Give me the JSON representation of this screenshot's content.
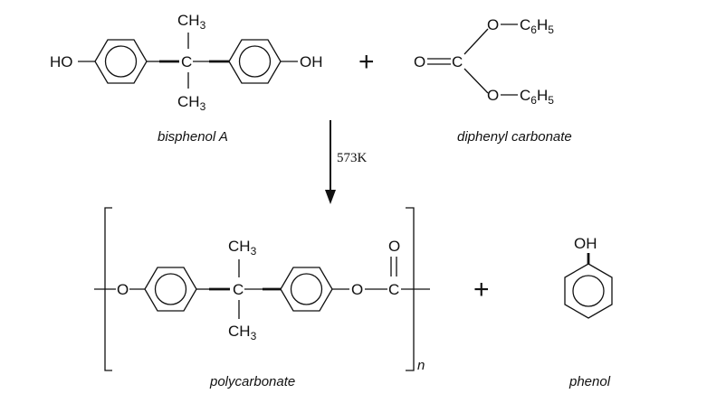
{
  "reaction": {
    "condition": "573K",
    "plus_sign": "+",
    "repeat_subscript": "n"
  },
  "molecules": {
    "bisphenol_a": {
      "caption": "bisphenol A",
      "hydroxyl_left": "HO",
      "hydroxyl_right": "OH",
      "methyl_group": "CH",
      "methyl_subscript": "3",
      "carbon": "C"
    },
    "diphenyl_carbonate": {
      "caption": "diphenyl carbonate",
      "carbonyl_oxygen": "O",
      "carbon": "C",
      "ester_oxygen": "O",
      "phenyl_group": "C",
      "phenyl_c_subscript": "6",
      "phenyl_h": "H",
      "phenyl_h_subscript": "5"
    },
    "polycarbonate": {
      "caption": "polycarbonate",
      "oxygen": "O",
      "carbon": "C",
      "methyl_group": "CH",
      "methyl_subscript": "3"
    },
    "phenol": {
      "caption": "phenol",
      "hydroxyl": "OH"
    }
  }
}
